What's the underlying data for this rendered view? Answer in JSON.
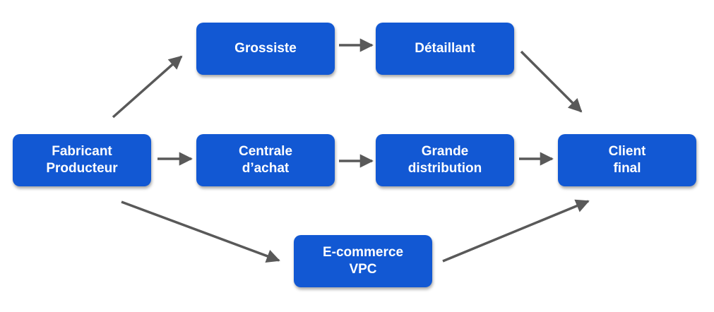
{
  "nodes": {
    "grossiste": {
      "lines": [
        "Grossiste"
      ]
    },
    "detaillant": {
      "lines": [
        "Détaillant"
      ]
    },
    "fabricant": {
      "lines": [
        "Fabricant",
        "Producteur"
      ]
    },
    "centrale": {
      "lines": [
        "Centrale",
        "d’achat"
      ]
    },
    "grande": {
      "lines": [
        "Grande",
        "distribution"
      ]
    },
    "client": {
      "lines": [
        "Client",
        "final"
      ]
    },
    "ecommerce": {
      "lines": [
        "E-commerce",
        "VPC"
      ]
    }
  },
  "edges": [
    {
      "from": "fabricant",
      "to": "grossiste"
    },
    {
      "from": "grossiste",
      "to": "detaillant"
    },
    {
      "from": "detaillant",
      "to": "client"
    },
    {
      "from": "fabricant",
      "to": "centrale"
    },
    {
      "from": "centrale",
      "to": "grande"
    },
    {
      "from": "grande",
      "to": "client"
    },
    {
      "from": "fabricant",
      "to": "ecommerce"
    },
    {
      "from": "ecommerce",
      "to": "client"
    }
  ],
  "colors": {
    "node_fill": "#1258d3",
    "node_text": "#ffffff",
    "arrow": "#595959"
  }
}
